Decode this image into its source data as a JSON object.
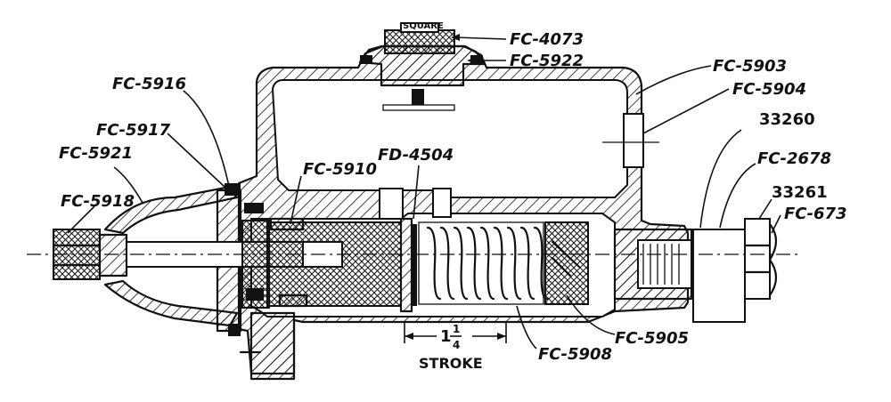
{
  "labels": {
    "square": "SQUARE",
    "fc4073": "FC-4073",
    "fc5922": "FC-5922",
    "fc5903": "FC-5903",
    "fc5904": "FC-5904",
    "n33260": "33260",
    "fc2678": "FC-2678",
    "n33261": "33261",
    "fc673": "FC-673",
    "fc5916": "FC-5916",
    "fc5917": "FC-5917",
    "fc5921": "FC-5921",
    "fc5918": "FC-5918",
    "fc5910": "FC-5910",
    "fd4504": "FD-4504",
    "fc5905": "FC-5905",
    "fc5908": "FC-5908",
    "stroke_whole": "1",
    "stroke_num": "1",
    "stroke_den": "4",
    "stroke_word": "STROKE"
  },
  "colors": {
    "ink": "#111111",
    "background": "#ffffff"
  }
}
